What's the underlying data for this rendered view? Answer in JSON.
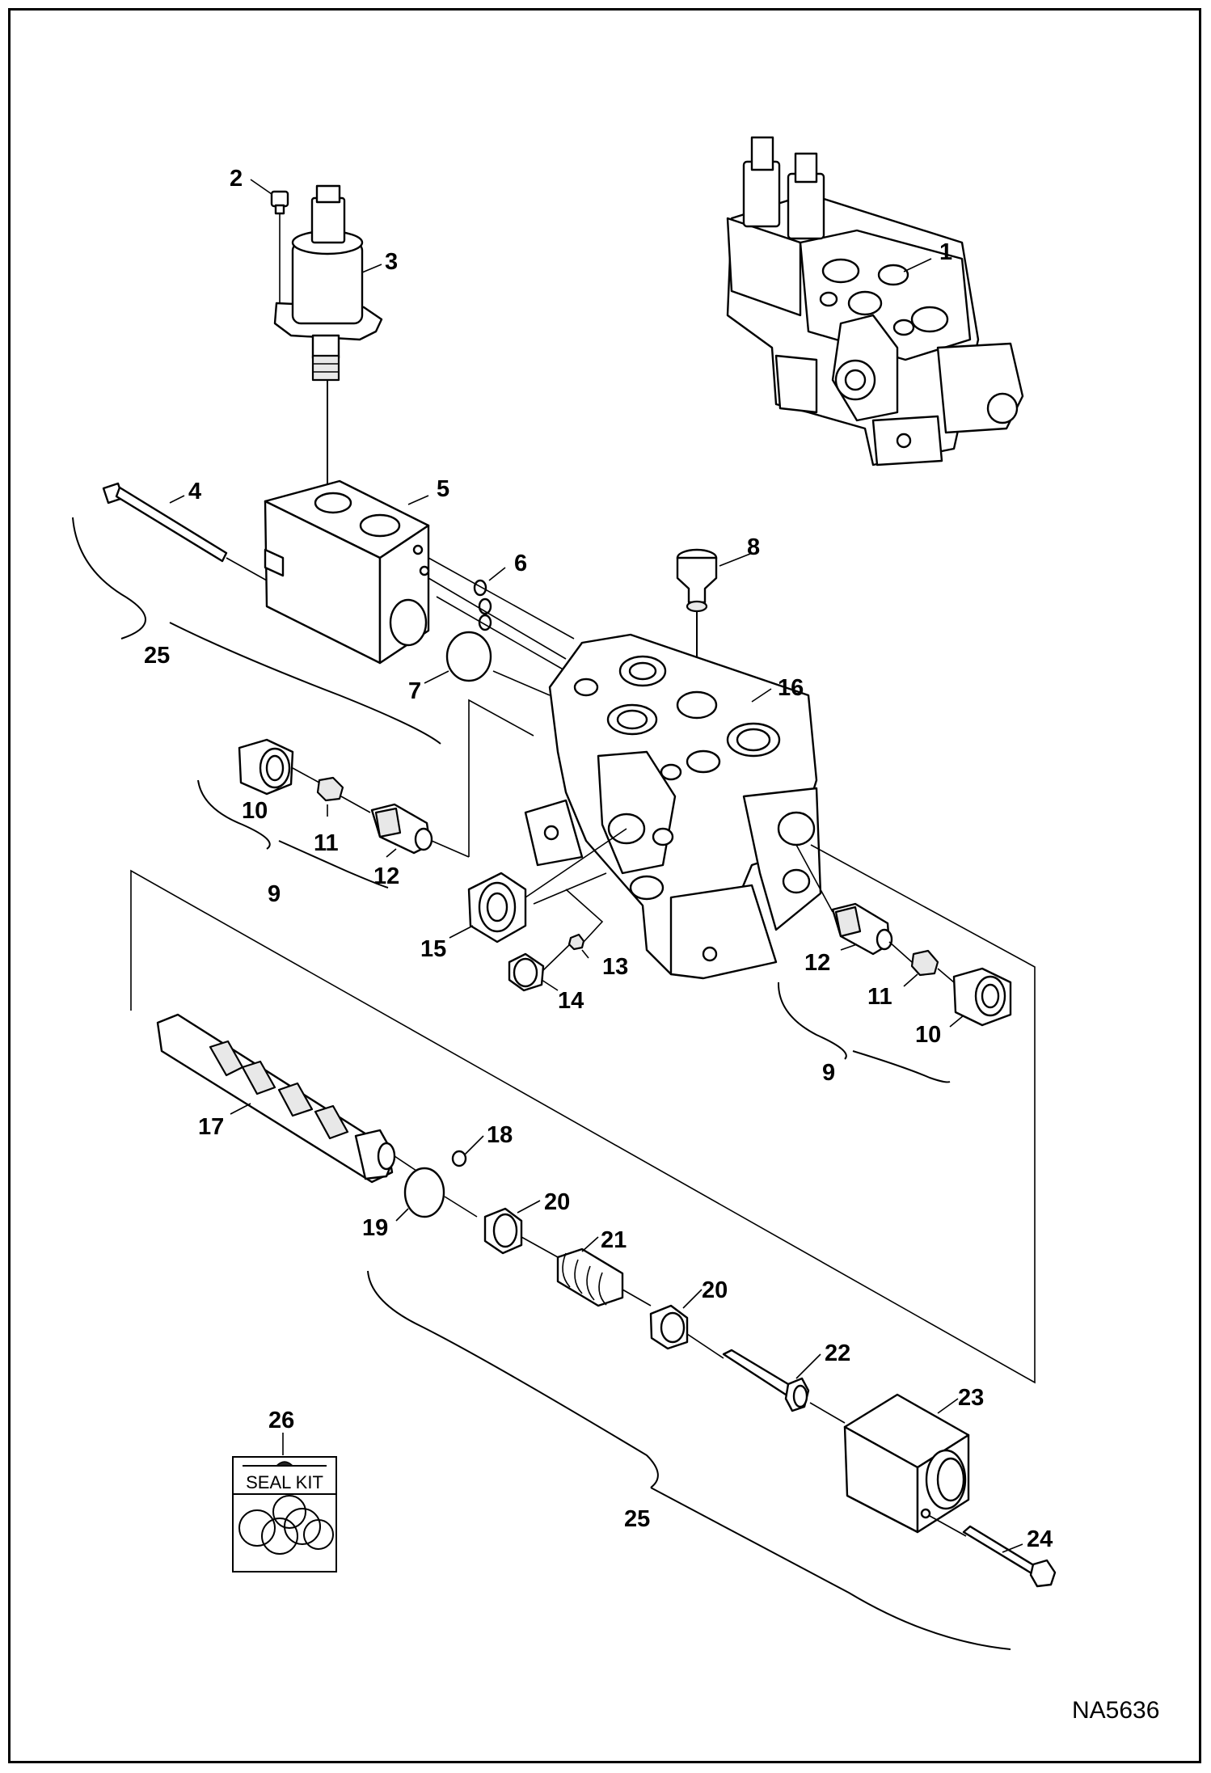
{
  "drawing_id": "NA5636",
  "seal_kit_label": "SEAL KIT",
  "callouts": [
    {
      "id": "c1",
      "label": "1"
    },
    {
      "id": "c2",
      "label": "2"
    },
    {
      "id": "c3",
      "label": "3"
    },
    {
      "id": "c4",
      "label": "4"
    },
    {
      "id": "c5",
      "label": "5"
    },
    {
      "id": "c6",
      "label": "6"
    },
    {
      "id": "c7",
      "label": "7"
    },
    {
      "id": "c8",
      "label": "8"
    },
    {
      "id": "c9a",
      "label": "9"
    },
    {
      "id": "c9b",
      "label": "9"
    },
    {
      "id": "c10a",
      "label": "10"
    },
    {
      "id": "c10b",
      "label": "10"
    },
    {
      "id": "c11a",
      "label": "11"
    },
    {
      "id": "c11b",
      "label": "11"
    },
    {
      "id": "c12a",
      "label": "12"
    },
    {
      "id": "c12b",
      "label": "12"
    },
    {
      "id": "c13",
      "label": "13"
    },
    {
      "id": "c14",
      "label": "14"
    },
    {
      "id": "c15",
      "label": "15"
    },
    {
      "id": "c16",
      "label": "16"
    },
    {
      "id": "c17",
      "label": "17"
    },
    {
      "id": "c18",
      "label": "18"
    },
    {
      "id": "c19",
      "label": "19"
    },
    {
      "id": "c20a",
      "label": "20"
    },
    {
      "id": "c20b",
      "label": "20"
    },
    {
      "id": "c21",
      "label": "21"
    },
    {
      "id": "c22",
      "label": "22"
    },
    {
      "id": "c23",
      "label": "23"
    },
    {
      "id": "c24",
      "label": "24"
    },
    {
      "id": "c25a",
      "label": "25"
    },
    {
      "id": "c25b",
      "label": "25"
    },
    {
      "id": "c26",
      "label": "26"
    }
  ]
}
